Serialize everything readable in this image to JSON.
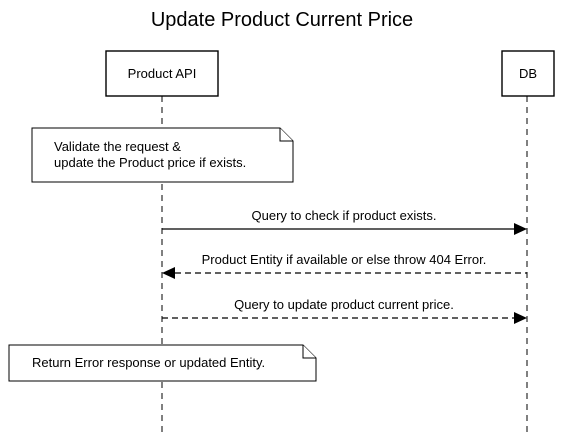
{
  "diagram": {
    "title": "Update Product Current Price",
    "participants": [
      {
        "id": "api",
        "label": "Product API"
      },
      {
        "id": "db",
        "label": "DB"
      }
    ],
    "notes": [
      {
        "lines": [
          "Validate the request &",
          "update the Product price if exists."
        ]
      },
      {
        "lines": [
          "Return Error response or updated Entity."
        ]
      }
    ],
    "messages": [
      {
        "from": "api",
        "to": "db",
        "label": "Query to check if product exists.",
        "style": "solid"
      },
      {
        "from": "db",
        "to": "api",
        "label": "Product Entity if available or else throw 404 Error.",
        "style": "dashed"
      },
      {
        "from": "api",
        "to": "db",
        "label": "Query to update product current price.",
        "style": "dashed"
      }
    ]
  }
}
